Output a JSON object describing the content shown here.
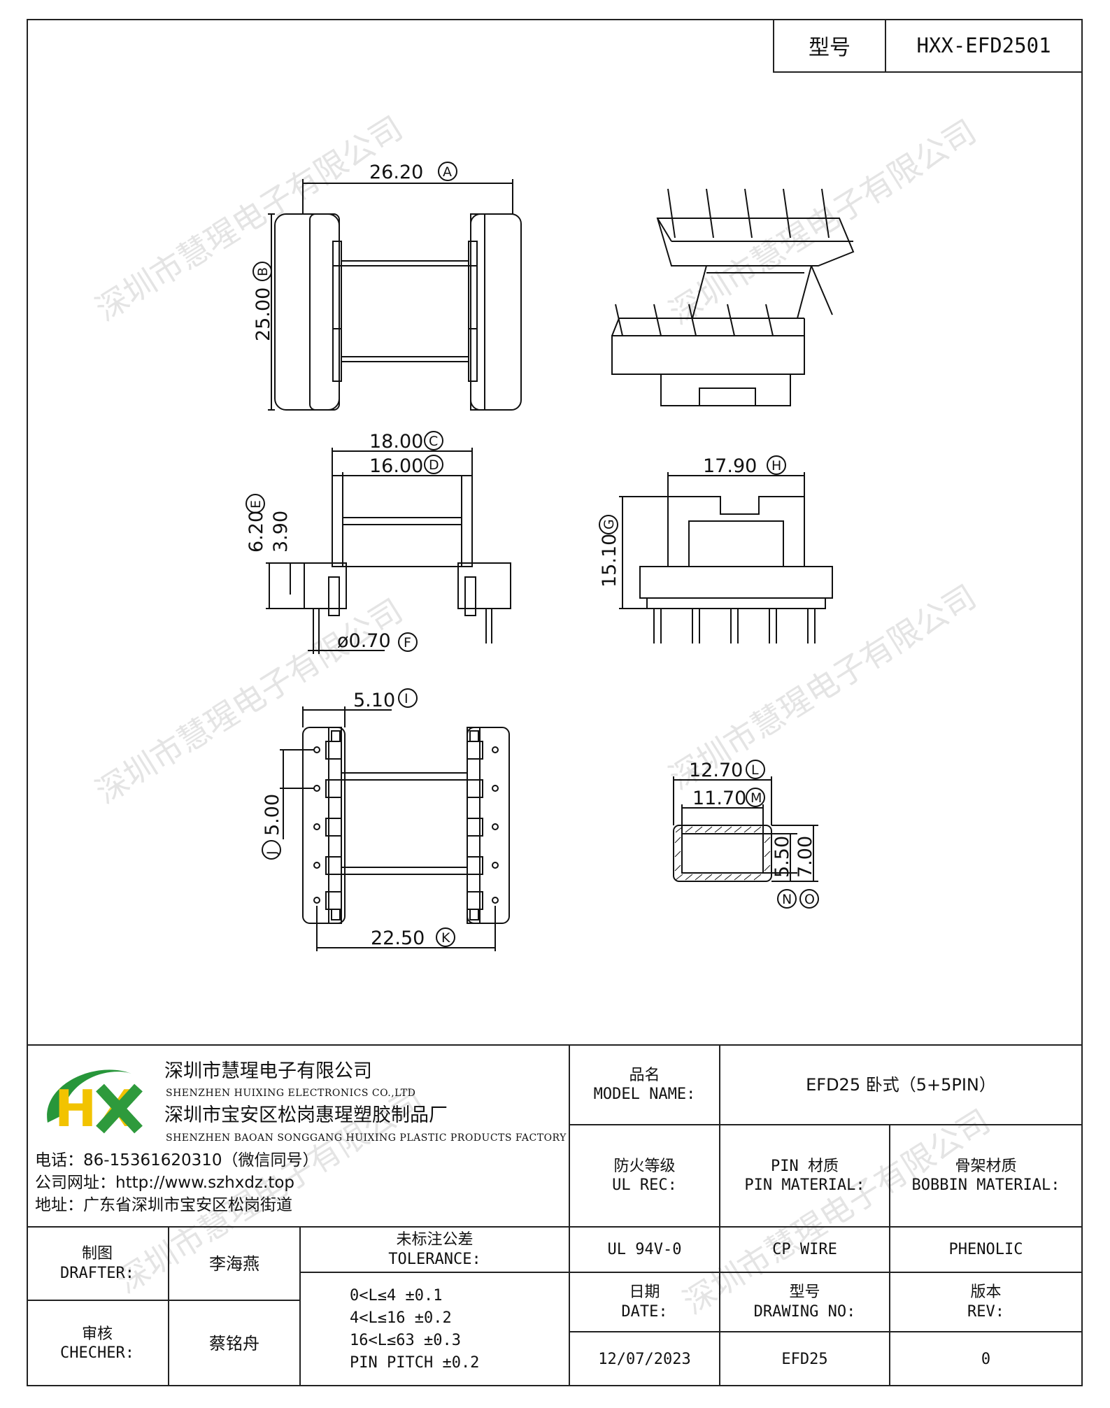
{
  "header": {
    "model_label": "型号",
    "model_value": "HXX-EFD2501"
  },
  "dimensions": {
    "A": "26.20",
    "B": "25.00",
    "C": "18.00",
    "D": "16.00",
    "E": "6.20",
    "E2": "3.90",
    "F": "ø0.70",
    "G": "15.10",
    "H": "17.90",
    "I": "5.10",
    "J": "5.00",
    "K": "22.50",
    "L": "12.70",
    "M": "11.70",
    "N": "5.50",
    "O": "7.00"
  },
  "markers": {
    "A": "A",
    "B": "B",
    "C": "C",
    "D": "D",
    "E": "E",
    "F": "F",
    "G": "G",
    "H": "H",
    "I": "I",
    "J": "J",
    "K": "K",
    "L": "L",
    "M": "M",
    "N": "N",
    "O": "O"
  },
  "watermark": "深圳市慧瑆电子有限公司",
  "company": {
    "name_cn": "深圳市慧瑆电子有限公司",
    "name_en": "SHENZHEN HUIXING ELECTRONICS CO.,LTD",
    "factory_cn": "深圳市宝安区松岗惠瑆塑胶制品厂",
    "factory_en": "SHENZHEN BAOAN SONGGANG HUIXING PLASTIC PRODUCTS FACTORY",
    "phone": "电话：86-15361620310（微信同号）",
    "website": "公司网址：http://www.szhxdz.top",
    "address": "地址：广东省深圳市宝安区松岗街道",
    "logo_text": "HX",
    "logo_colors": {
      "h": "#f2c300",
      "x": "#2e9a3c",
      "swoosh": "#27963a"
    }
  },
  "title_block": {
    "model_name_cn": "品名",
    "model_name_en": "MODEL NAME:",
    "model_name_value": "EFD25 卧式（5+5PIN）",
    "ul_cn": "防火等级",
    "ul_en": "UL REC:",
    "pin_cn": "PIN 材质",
    "pin_en": "PIN MATERIAL:",
    "bobbin_cn": "骨架材质",
    "bobbin_en": "BOBBIN MATERIAL:",
    "ul_value": "UL 94V-0",
    "pin_value": "CP WIRE",
    "bobbin_value": "PHENOLIC",
    "drafter_cn": "制图",
    "drafter_en": "DRAFTER:",
    "drafter_value": "李海燕",
    "checker_cn": "审核",
    "checker_en": "CHECHER:",
    "checker_value": "蔡铭舟",
    "tolerance_cn": "未标注公差",
    "tolerance_en": "TOLERANCE:",
    "tolerances": [
      "0<L≤4  ±0.1",
      "4<L≤16 ±0.2",
      "16<L≤63 ±0.3",
      "PIN PITCH ±0.2"
    ],
    "date_cn": "日期",
    "date_en": "DATE:",
    "date_value": "12/07/2023",
    "drawing_cn": "型号",
    "drawing_en": "DRAWING NO:",
    "drawing_value": "EFD25",
    "rev_cn": "版本",
    "rev_en": "REV:",
    "rev_value": "0"
  }
}
